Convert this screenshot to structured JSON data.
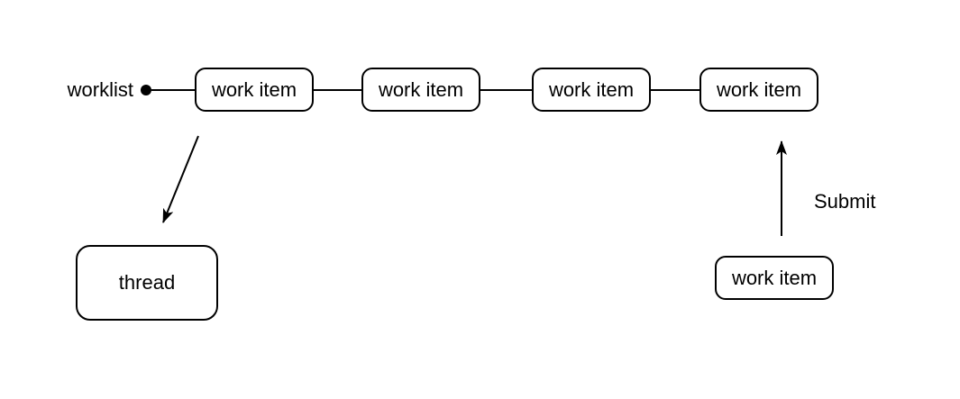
{
  "diagram": {
    "worklist": {
      "label": "worklist"
    },
    "chain": {
      "items": [
        {
          "label": "work item"
        },
        {
          "label": "work item"
        },
        {
          "label": "work item"
        },
        {
          "label": "work item"
        }
      ]
    },
    "thread": {
      "label": "thread"
    },
    "submit": {
      "item_label": "work item",
      "arrow_label": "Submit"
    },
    "colors": {
      "stroke": "#000000",
      "node_fill": "#ffffff",
      "text": "#000000",
      "background": "#ffffff"
    }
  }
}
